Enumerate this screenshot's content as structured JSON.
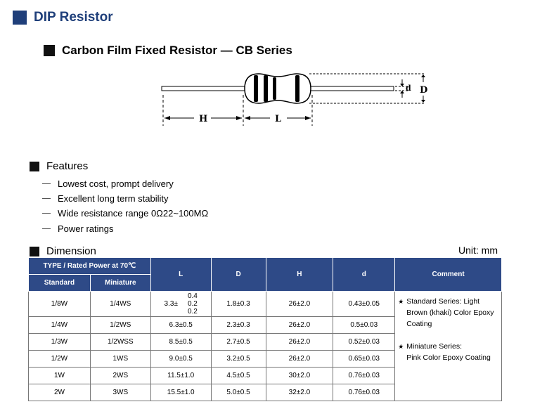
{
  "heading": "DIP Resistor",
  "subheading": "Carbon Film Fixed Resistor — CB Series",
  "diagram": {
    "label_h": "H",
    "label_l": "L",
    "label_d_small": "d",
    "label_d_big": "D"
  },
  "features": {
    "title": "Features",
    "items": [
      "Lowest cost, prompt delivery",
      "Excellent long term stability",
      "Wide resistance range 0Ω22~100MΩ",
      "Power ratings"
    ]
  },
  "dimension": {
    "title": "Dimension",
    "unit": "Unit: mm",
    "headers": {
      "type_group": "TYPE / Rated Power at 70℃",
      "standard": "Standard",
      "miniature": "Miniature",
      "L": "L",
      "D": "D",
      "H": "H",
      "d": "d",
      "comment": "Comment"
    },
    "first_row": {
      "standard": "1/8W",
      "miniature": "1/4WS",
      "L_base": "3.3±",
      "L_tol_top": "0.4",
      "L_tol_mid": "0.2",
      "L_tol_bot": "0.2",
      "D": "1.8±0.3",
      "H": "26±2.0",
      "d": "0.43±0.05"
    },
    "rows": [
      {
        "standard": "1/4W",
        "miniature": "1/2WS",
        "L": "6.3±0.5",
        "D": "2.3±0.3",
        "H": "26±2.0",
        "d": "0.5±0.03"
      },
      {
        "standard": "1/3W",
        "miniature": "1/2WSS",
        "L": "8.5±0.5",
        "D": "2.7±0.5",
        "H": "26±2.0",
        "d": "0.52±0.03"
      },
      {
        "standard": "1/2W",
        "miniature": "1WS",
        "L": "9.0±0.5",
        "D": "3.2±0.5",
        "H": "26±2.0",
        "d": "0.65±0.03"
      },
      {
        "standard": "1W",
        "miniature": "2WS",
        "L": "11.5±1.0",
        "D": "4.5±0.5",
        "H": "30±2.0",
        "d": "0.76±0.03"
      },
      {
        "standard": "2W",
        "miniature": "3WS",
        "L": "15.5±1.0",
        "D": "5.0±0.5",
        "H": "32±2.0",
        "d": "0.76±0.03"
      }
    ],
    "comment": {
      "star": "★",
      "std_line1": "Standard Series: Light",
      "std_line2": "Brown (khaki) Color Epoxy",
      "std_line3": "Coating",
      "mini_line1": "Miniature Series:",
      "mini_line2": "Pink Color Epoxy Coating"
    }
  },
  "colors": {
    "heading": "#1f3f7a",
    "header_bg": "#2e4a87",
    "resistor_body": "#ffffff",
    "bands": "#000000"
  }
}
